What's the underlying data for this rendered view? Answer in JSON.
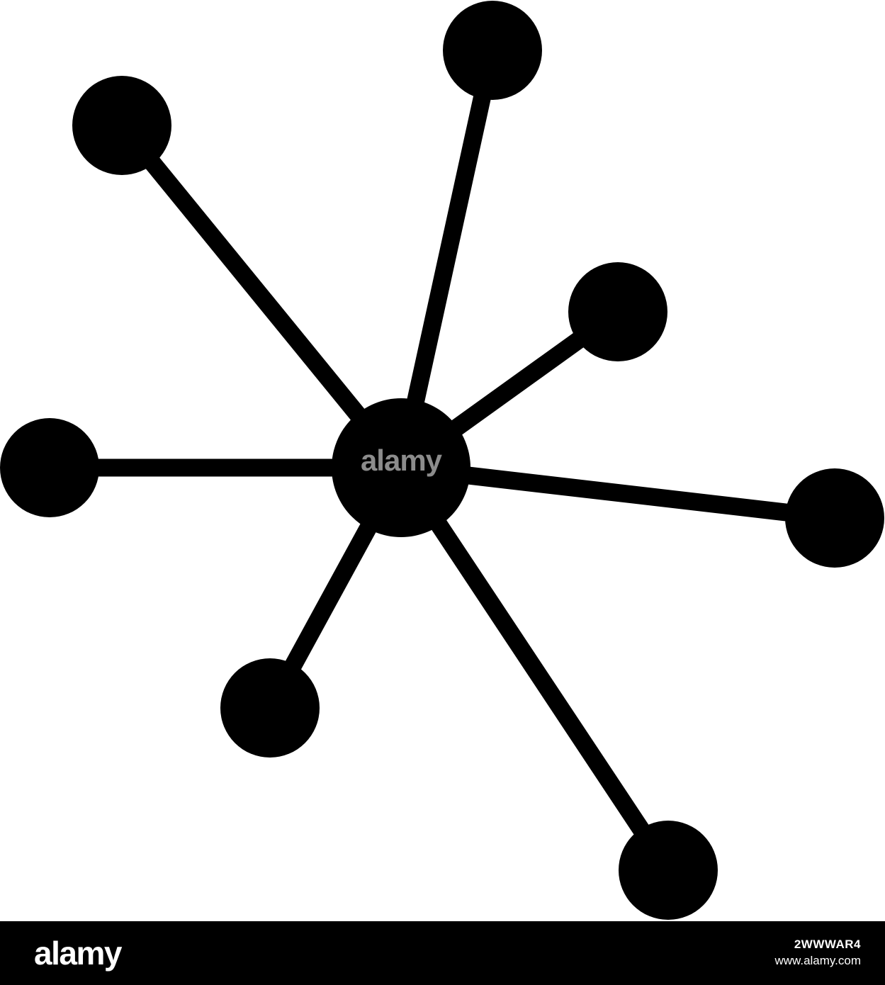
{
  "graphic": {
    "icon": "network-hub-icon",
    "fill_color": "#000000",
    "background_color": "#ffffff",
    "satellite_node_count": 7
  },
  "watermark": {
    "center_text": "alamy",
    "color": "#8c8c8c"
  },
  "footer": {
    "logo_text": "alamy",
    "image_id": "2WWWAR4",
    "url": "www.alamy.com",
    "background_color": "#000000",
    "text_color": "#ffffff"
  }
}
